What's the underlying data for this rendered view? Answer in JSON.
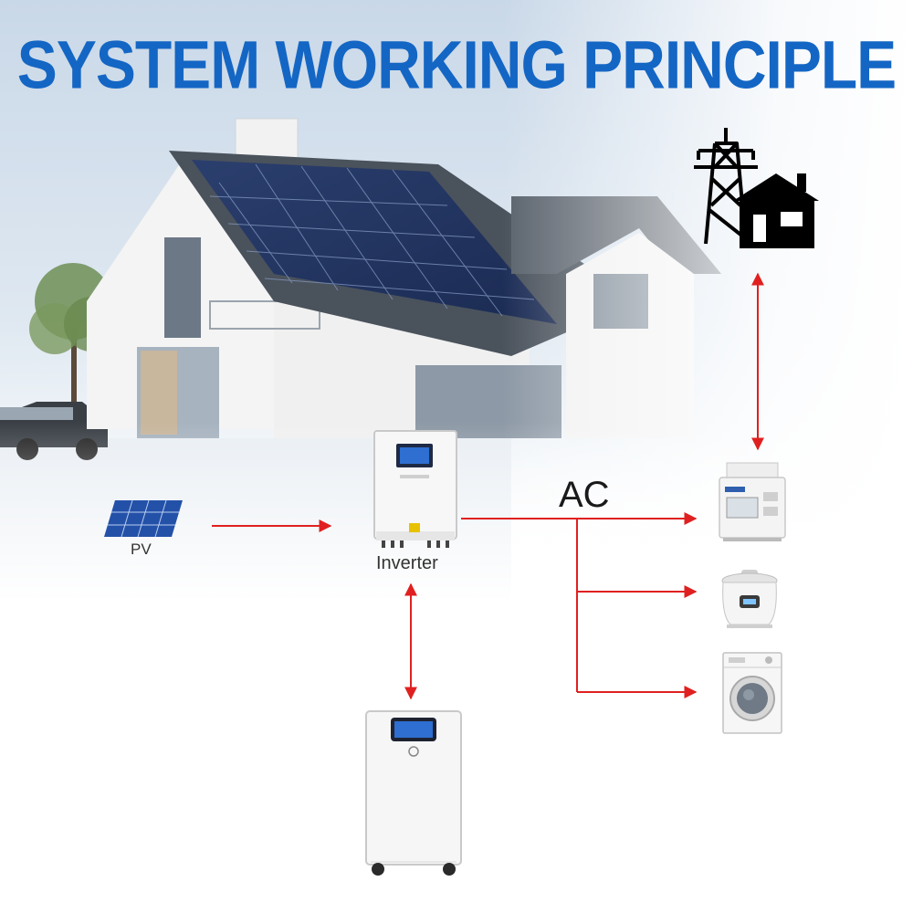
{
  "title": "SYSTEM WORKING PRINCIPLE",
  "labels": {
    "pv": "PV",
    "inverter": "Inverter",
    "ac": "AC"
  },
  "colors": {
    "title": "#1466c4",
    "arrows": "#e02020"
  },
  "icons": [
    "grid-pylon-house-icon",
    "pv-panel-icon",
    "inverter-icon",
    "energy-meter-icon",
    "rice-cooker-icon",
    "washing-machine-icon",
    "battery-storage-icon"
  ]
}
